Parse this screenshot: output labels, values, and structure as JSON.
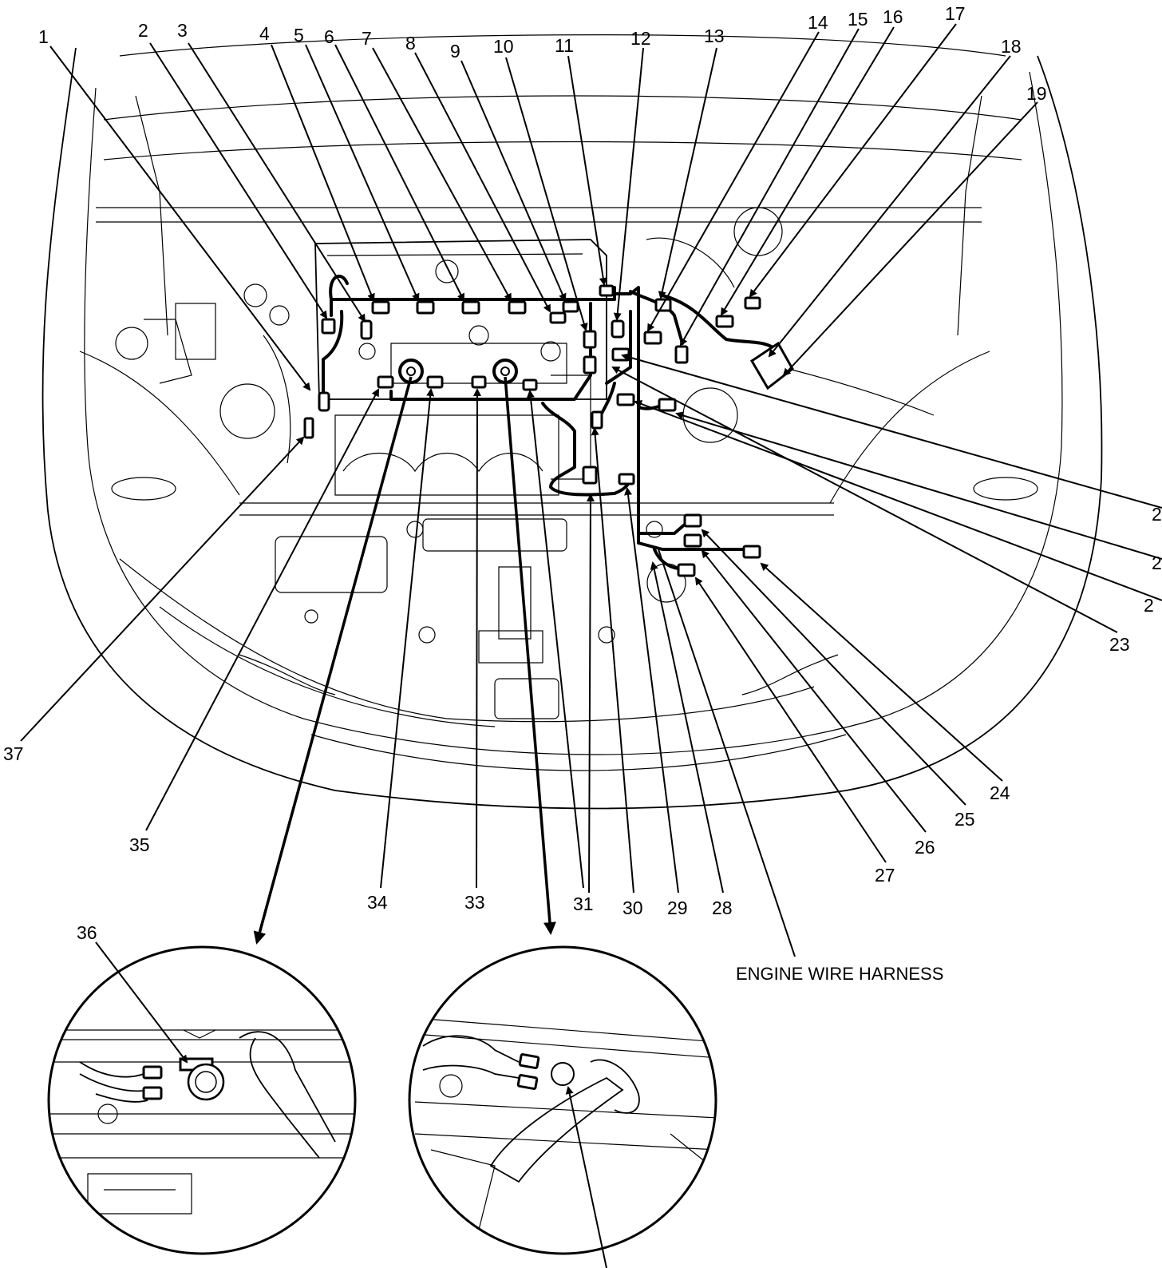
{
  "caption": "ENGINE WIRE HARNESS",
  "callouts": [
    "1",
    "2",
    "3",
    "4",
    "5",
    "6",
    "7",
    "8",
    "9",
    "10",
    "11",
    "12",
    "13",
    "14",
    "15",
    "16",
    "17",
    "18",
    "19",
    "2",
    "2",
    "2",
    "23",
    "24",
    "25",
    "26",
    "27",
    "28",
    "29",
    "30",
    "31",
    "33",
    "34",
    "35",
    "36",
    "37"
  ]
}
